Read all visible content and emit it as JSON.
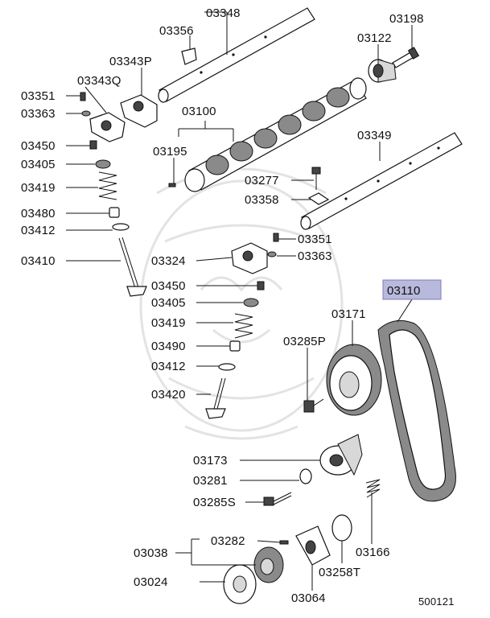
{
  "diagram_id": "500121",
  "callouts": [
    "03348",
    "03356",
    "03198",
    "03122",
    "03343P",
    "03343Q",
    "03351",
    "03363",
    "03100",
    "03450",
    "03195",
    "03349",
    "03405",
    "03277",
    "03419",
    "03358",
    "03480",
    "03412",
    "03351",
    "03410",
    "03324",
    "03363",
    "03450",
    "03110",
    "03405",
    "03171",
    "03419",
    "03490",
    "03285P",
    "03412",
    "03420",
    "03173",
    "03281",
    "03285S",
    "03282",
    "03038",
    "03166",
    "03258T",
    "03024",
    "03064"
  ],
  "highlight_color": "#b8b9dc"
}
